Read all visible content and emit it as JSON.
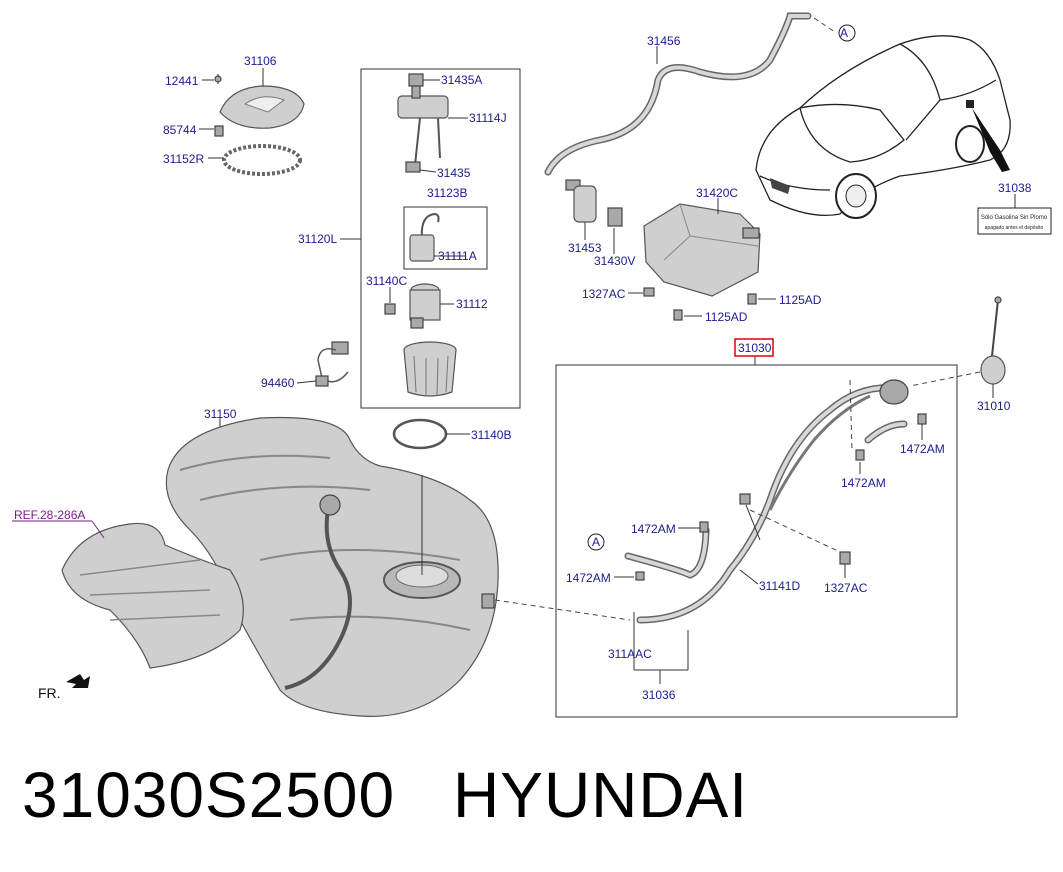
{
  "labels": {
    "p12441": "12441",
    "p31106": "31106",
    "p85744": "85744",
    "p31152R": "31152R",
    "p31435A": "31435A",
    "p31114J": "31114J",
    "p31435": "31435",
    "p31123B": "31123B",
    "p31120L": "31120L",
    "p31111A": "31111A",
    "p31140C": "31140C",
    "p31112": "31112",
    "p94460": "94460",
    "p31140B": "31140B",
    "p31150": "31150",
    "ref": "REF.28-286A",
    "fr": "FR.",
    "p31456": "31456",
    "circleA_top": "A",
    "p31453": "31453",
    "p31420C": "31420C",
    "p31430V": "31430V",
    "p1327AC_a": "1327AC",
    "p1125AD_a": "1125AD",
    "p1125AD_b": "1125AD",
    "p31038": "31038",
    "sticker_line1": "Sólo Gasolina Sin Plomo",
    "sticker_line2": "apagado antes el depósito",
    "p31030": "31030",
    "p31010": "31010",
    "p1472AM_a": "1472AM",
    "p1472AM_b": "1472AM",
    "p1472AM_c": "1472AM",
    "p1472AM_d": "1472AM",
    "circleA_bottom": "A",
    "p31141D": "31141D",
    "p1327AC_b": "1327AC",
    "p311AAC": "311AAC",
    "p31036": "31036"
  },
  "footer": {
    "part_number": "31030S2500",
    "brand": "HYUNDAI"
  },
  "colors": {
    "label": "#1c1c8c",
    "highlight_box": "#e00000",
    "ref_label": "#7a1f8a"
  }
}
